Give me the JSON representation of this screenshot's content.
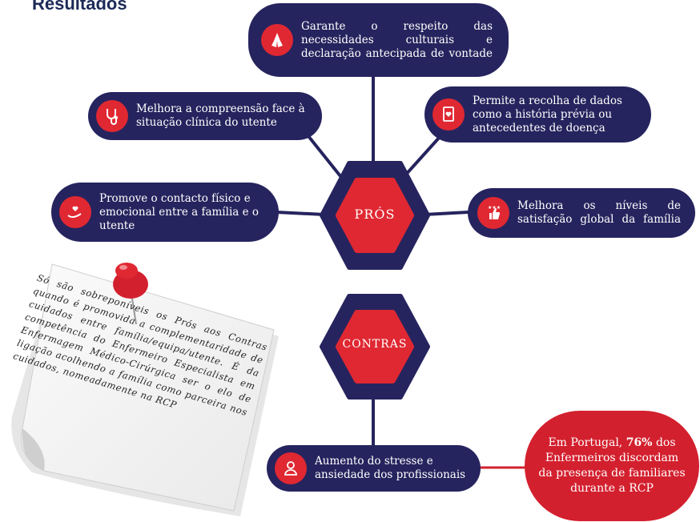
{
  "header": {
    "title": "Resultados"
  },
  "center_pros": {
    "label": "PRÓS"
  },
  "center_cons": {
    "label": "CONTRAS"
  },
  "pros": [
    {
      "id": "culturais",
      "text": "Garante o respeito das necessidades culturais e declaração antecipada de vontade",
      "icon": "praying-hands-icon"
    },
    {
      "id": "compreensao",
      "text": "Melhora a compreensão face à situação clínica do utente",
      "icon": "stethoscope-icon"
    },
    {
      "id": "recolha",
      "text": "Permite a recolha de dados como a história prévia ou antecedentes de doença",
      "icon": "document-heart-icon"
    },
    {
      "id": "contacto",
      "text": "Promove o contacto físico e emocional entre a família e o utente",
      "icon": "caring-hands-icon"
    },
    {
      "id": "satisfacao",
      "text": "Melhora os níveis de satisfação global da família",
      "icon": "thumbs-up-stars-icon"
    }
  ],
  "cons": [
    {
      "id": "stresse",
      "text": "Aumento do stresse e ansiedade dos profissionais",
      "icon": "person-icon"
    }
  ],
  "stat": {
    "prefix": "Em Portugal, ",
    "highlight": "76%",
    "suffix": " dos Enfermeiros discordam da presença de familiares durante a RCP"
  },
  "note": {
    "text": "Só são sobreponíveis os Prós aos Contras quando é promovida a complementaridade de cuidados entre família/equipa/utente. É da competência do Enfermeiro Especialista em Enfermagem Médico-Cirúrgica ser o elo de ligação acolhendo a família como parceira nos cuidados, nomeadamente na RCP"
  },
  "colors": {
    "navy": "#26245e",
    "red": "#d3202e",
    "icon_red": "#e02832"
  }
}
